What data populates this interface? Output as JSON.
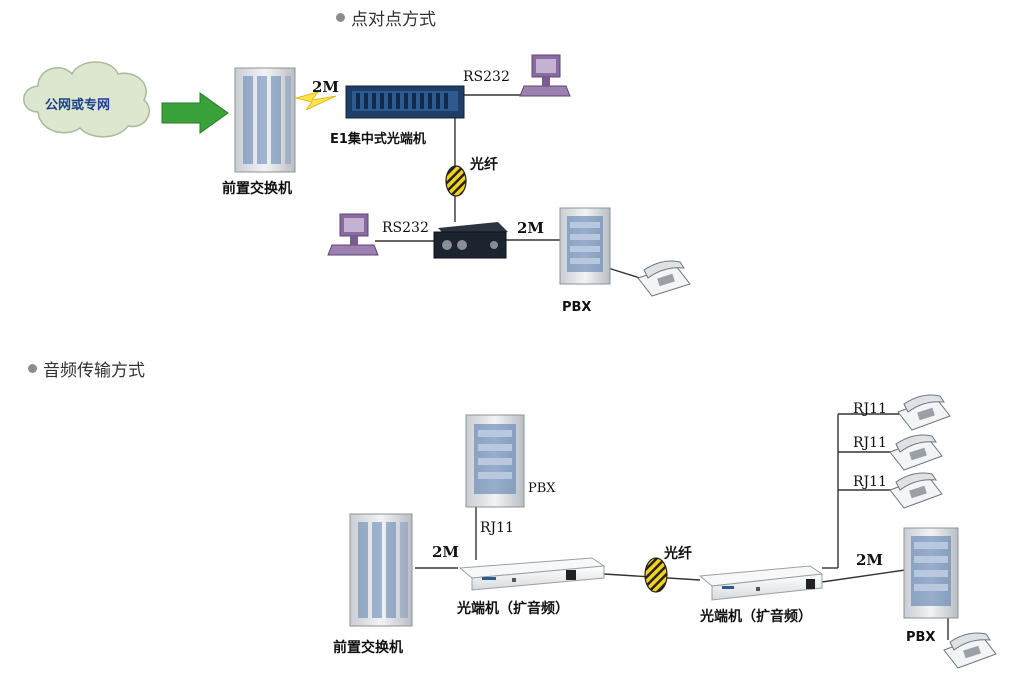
{
  "section_top": {
    "heading": "点对点方式"
  },
  "section_bottom": {
    "heading": "音频传输方式"
  },
  "top_diagram": {
    "cloud_label": "公网或专网",
    "switch_label": "前置交换机",
    "link_2m_upper": "2M",
    "rs232_upper": "RS232",
    "e1_label": "E1集中式光端机",
    "fiber_label": "光纤",
    "rs232_lower": "RS232",
    "link_2m_lower": "2M",
    "pbx_label": "PBX"
  },
  "bottom_diagram": {
    "pbx_top_label": "PBX",
    "rj11_pbx": "RJ11",
    "link_2m_left": "2M",
    "switch_label": "前置交换机",
    "optical_left_label": "光端机（扩音频）",
    "fiber_label": "光纤",
    "optical_right_label": "光端机（扩音频）",
    "rj11_phone_1": "RJ11",
    "rj11_phone_2": "RJ11",
    "rj11_phone_3": "RJ11",
    "link_2m_right": "2M",
    "pbx_right_label": "PBX"
  },
  "colors": {
    "line": "#333333",
    "cabinet": "#e4e6e8",
    "cabinet_panel": "#5b7fb0",
    "cloud": "#dde7cf",
    "cloud_text": "#1f3f8f",
    "arrow": "#3aa23a",
    "fiber": "#f2d21a",
    "e1_box": "#1e3e68",
    "monitor": "#8a6aa0",
    "optical_box": "#eef0f2"
  }
}
